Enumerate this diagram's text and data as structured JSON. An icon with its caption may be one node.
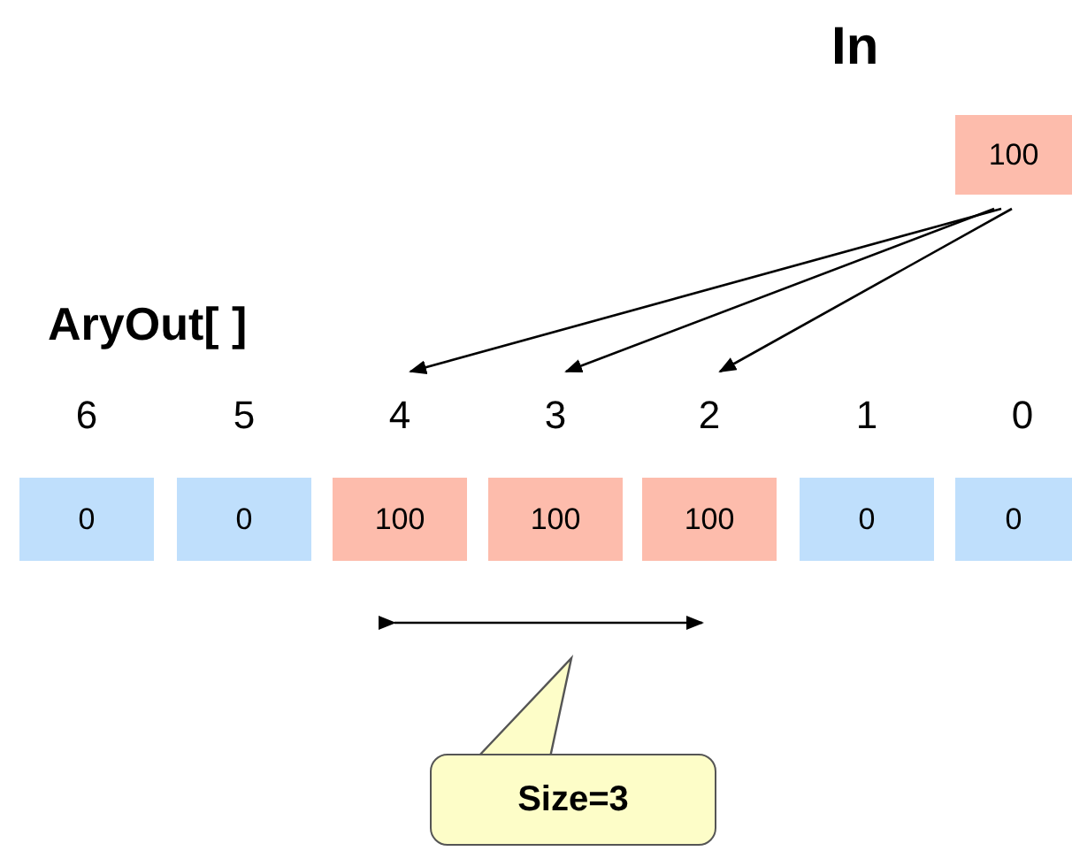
{
  "diagram": {
    "nodes": [
      {
        "text": [
          "100"
        ],
        "beside": [
          "In"
        ]
      },
      {
        "text": [
          "6"
        ]
      },
      {
        "text": [
          "5"
        ]
      },
      {
        "text": [
          "4"
        ]
      },
      {
        "text": [
          "3"
        ]
      },
      {
        "text": [
          "2"
        ]
      },
      {
        "text": [
          "1"
        ]
      },
      {
        "text": [
          "0"
        ]
      },
      {
        "text": [
          "0"
        ]
      },
      {
        "text": [
          "0"
        ]
      },
      {
        "text": [
          "100"
        ]
      },
      {
        "text": [
          "100"
        ]
      },
      {
        "text": [
          "100"
        ]
      },
      {
        "text": [
          "0"
        ]
      },
      {
        "text": [
          "0"
        ]
      },
      {
        "text": [
          "Size=3"
        ]
      }
    ],
    "edges": [
      {
        "from": 0,
        "to": 3,
        "arrow": "to"
      },
      {
        "from": 0,
        "to": 4,
        "arrow": "to"
      },
      {
        "from": 0,
        "to": 5,
        "arrow": "to"
      }
    ],
    "labels": [
      "AryOut[ ]"
    ]
  }
}
